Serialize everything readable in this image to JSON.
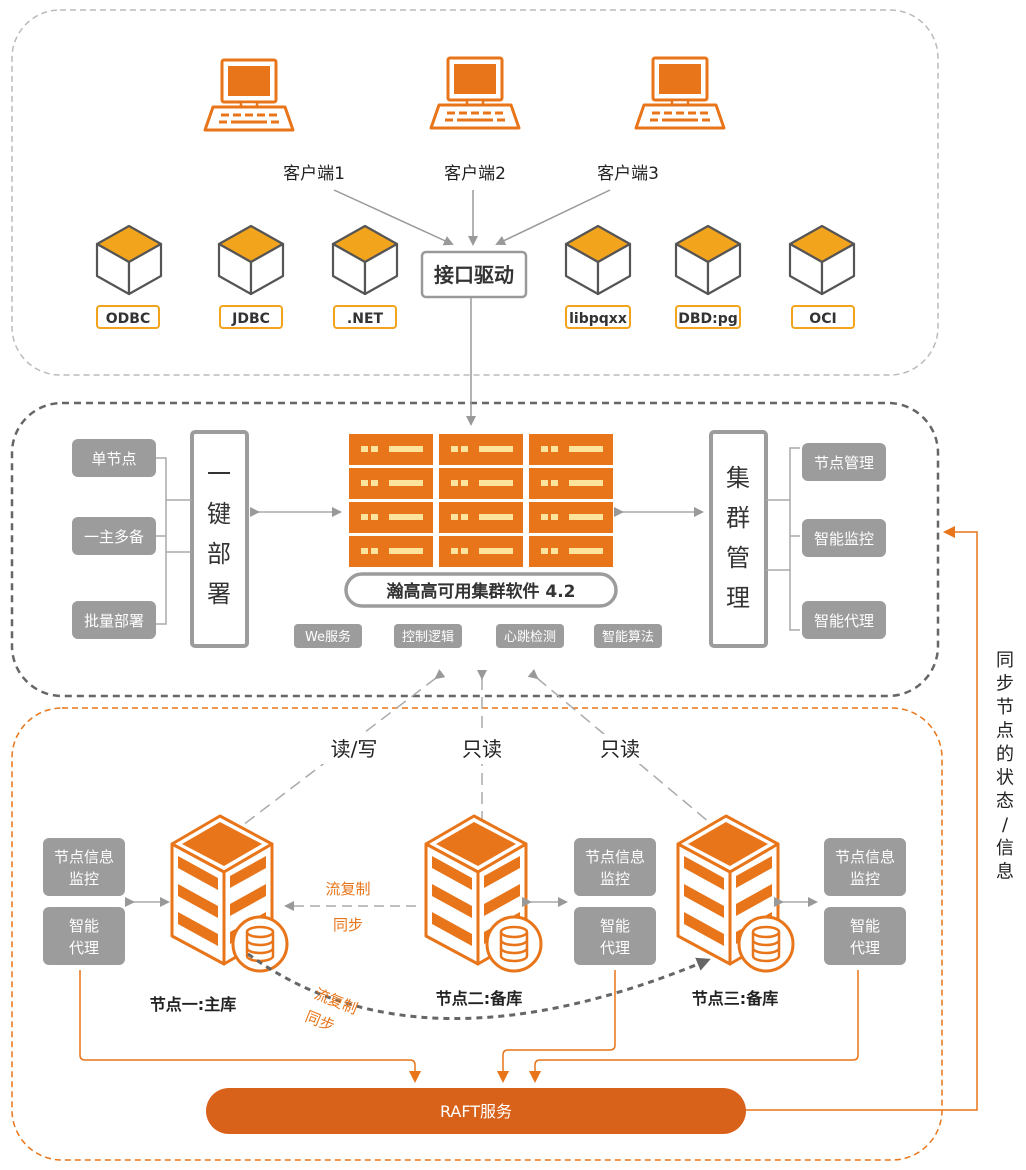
{
  "clients": [
    "客户端1",
    "客户端2",
    "客户端3"
  ],
  "interface_driver": "接口驱动",
  "drivers": [
    "ODBC",
    "JDBC",
    ".NET",
    "libpqxx",
    "DBD:pg",
    "OCI"
  ],
  "deploy": {
    "title_chars": [
      "一",
      "键",
      "部",
      "署"
    ],
    "options": [
      "单节点",
      "一主多备",
      "批量部署"
    ]
  },
  "cluster_mgmt": {
    "title_chars": [
      "集",
      "群",
      "管",
      "理"
    ],
    "options": [
      "节点管理",
      "智能监控",
      "智能代理"
    ]
  },
  "software_label": "瀚高高可用集群软件 4.2",
  "features": [
    "We服务",
    "控制逻辑",
    "心跳检测",
    "智能算法"
  ],
  "access": [
    "读/写",
    "只读",
    "只读"
  ],
  "replication": {
    "line1": "流复制",
    "line2": "同步"
  },
  "node_monitor": "节点信息\n监控",
  "node_agent": "智能\n代理",
  "nodes": [
    "节点一:主库",
    "节点二:备库",
    "节点三:备库"
  ],
  "raft": "RAFT服务",
  "sync_label": "同步节点的状态/信息",
  "colors": {
    "orange": "#e8751a",
    "dark_orange": "#d9621a",
    "yellow": "#f2a41c",
    "gray_box": "#9c9c9c",
    "gray_line": "#aaaaaa"
  }
}
